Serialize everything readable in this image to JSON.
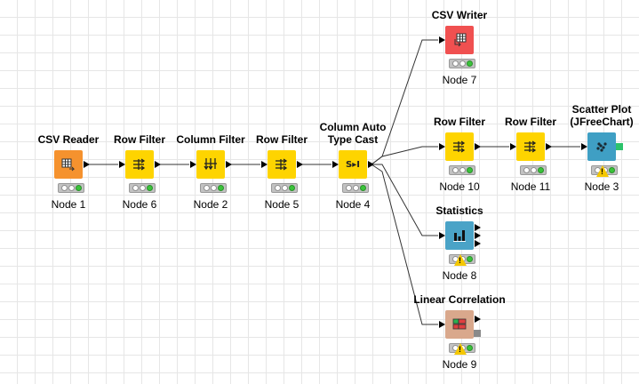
{
  "workflow": {
    "nodes": [
      {
        "id": "csv-reader",
        "title": "CSV Reader",
        "label": "Node 1",
        "color": "#f5922e",
        "icon": "csv-reader-icon",
        "status": "executed",
        "warning": false
      },
      {
        "id": "row-filter-6",
        "title": "Row Filter",
        "label": "Node 6",
        "color": "#fed400",
        "icon": "row-filter-icon",
        "status": "executed",
        "warning": false
      },
      {
        "id": "column-filter",
        "title": "Column Filter",
        "label": "Node 2",
        "color": "#fed400",
        "icon": "column-filter-icon",
        "status": "executed",
        "warning": false
      },
      {
        "id": "row-filter-5",
        "title": "Row Filter",
        "label": "Node 5",
        "color": "#fed400",
        "icon": "row-filter-icon",
        "status": "executed",
        "warning": false
      },
      {
        "id": "column-auto-type-cast",
        "title": "Column Auto Type Cast",
        "title_line1": "Column Auto",
        "title_line2": "Type Cast",
        "label": "Node 4",
        "color": "#fed400",
        "icon": "type-cast-icon",
        "icon_text": "S▸I",
        "status": "executed",
        "warning": false
      },
      {
        "id": "csv-writer",
        "title": "CSV Writer",
        "label": "Node 7",
        "color": "#f05050",
        "icon": "csv-writer-icon",
        "status": "executed",
        "warning": false
      },
      {
        "id": "row-filter-10",
        "title": "Row Filter",
        "label": "Node 10",
        "color": "#fed400",
        "icon": "row-filter-icon",
        "status": "executed",
        "warning": false
      },
      {
        "id": "row-filter-11",
        "title": "Row Filter",
        "label": "Node 11",
        "color": "#fed400",
        "icon": "row-filter-icon",
        "status": "executed",
        "warning": false
      },
      {
        "id": "scatter-plot",
        "title": "Scatter Plot (JFreeChart)",
        "title_line1": "Scatter Plot",
        "title_line2": "(JFreeChart)",
        "label": "Node 3",
        "color": "#3f9fc4",
        "icon": "scatter-plot-icon",
        "status": "warning",
        "warning": true
      },
      {
        "id": "statistics",
        "title": "Statistics",
        "label": "Node 8",
        "color": "#4aa3c7",
        "icon": "statistics-icon",
        "status": "warning",
        "warning": true
      },
      {
        "id": "linear-correlation",
        "title": "Linear Correlation",
        "label": "Node 9",
        "color": "#d9a88c",
        "icon": "linear-correlation-icon",
        "status": "warning",
        "warning": true
      }
    ],
    "connections": [
      [
        "csv-reader",
        "row-filter-6"
      ],
      [
        "row-filter-6",
        "column-filter"
      ],
      [
        "column-filter",
        "row-filter-5"
      ],
      [
        "row-filter-5",
        "column-auto-type-cast"
      ],
      [
        "column-auto-type-cast",
        "csv-writer"
      ],
      [
        "column-auto-type-cast",
        "row-filter-10"
      ],
      [
        "column-auto-type-cast",
        "statistics"
      ],
      [
        "column-auto-type-cast",
        "linear-correlation"
      ],
      [
        "row-filter-10",
        "row-filter-11"
      ],
      [
        "row-filter-11",
        "scatter-plot"
      ]
    ],
    "warning_symbol": "!"
  }
}
